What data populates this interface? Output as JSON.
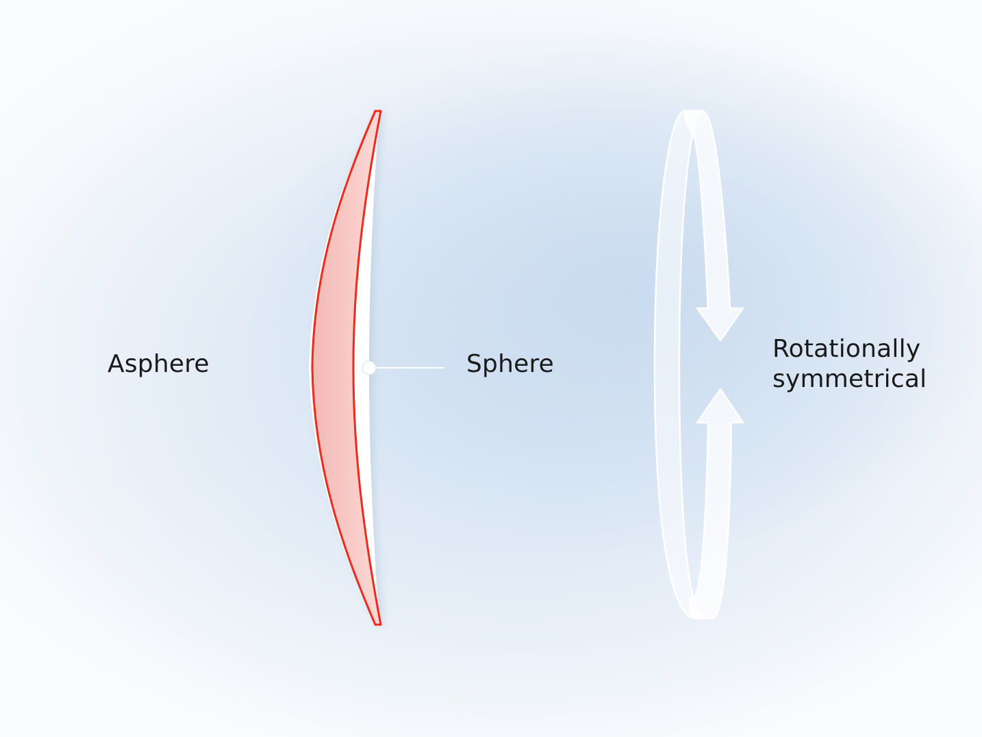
{
  "labels": {
    "asphere": "Asphere",
    "sphere": "Sphere",
    "rotational_line1": "Rotationally",
    "rotational_line2": "symmetrical"
  },
  "colors": {
    "asphere_outline": "#ee2a1a",
    "asphere_fill": "#f7c9c6",
    "lens_white": "#ffffff",
    "leader_line": "#ffffff",
    "text": "#1a1a1a"
  },
  "icons": {
    "rotation_arrows": "rotation-arrows-icon",
    "leader_dot": "leader-dot-icon"
  }
}
